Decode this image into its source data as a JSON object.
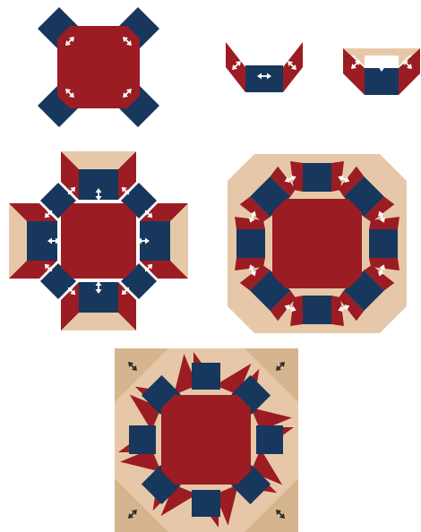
{
  "colors": {
    "red": "#9b1c22",
    "navy": "#17375d",
    "tan": "#e6c8a9",
    "tan_dark": "#d6b48e",
    "arrow_light": "#ffffff",
    "arrow_dark": "#2b2b2b",
    "background": "#ffffff"
  },
  "figures": [
    {
      "id": "step-1",
      "name": "step1-center-with-corner-squares"
    },
    {
      "id": "step-2a",
      "name": "step2-side-unit-a"
    },
    {
      "id": "step-2b",
      "name": "step2-side-unit-b"
    },
    {
      "id": "step-3",
      "name": "step3-cross-assembly"
    },
    {
      "id": "step-4",
      "name": "step4-octagon-assembly"
    },
    {
      "id": "step-5",
      "name": "step5-finished-block"
    }
  ],
  "icons": {
    "double_arrow": "double-arrow-icon",
    "diagonal_arrow": "diagonal-arrow-icon"
  }
}
